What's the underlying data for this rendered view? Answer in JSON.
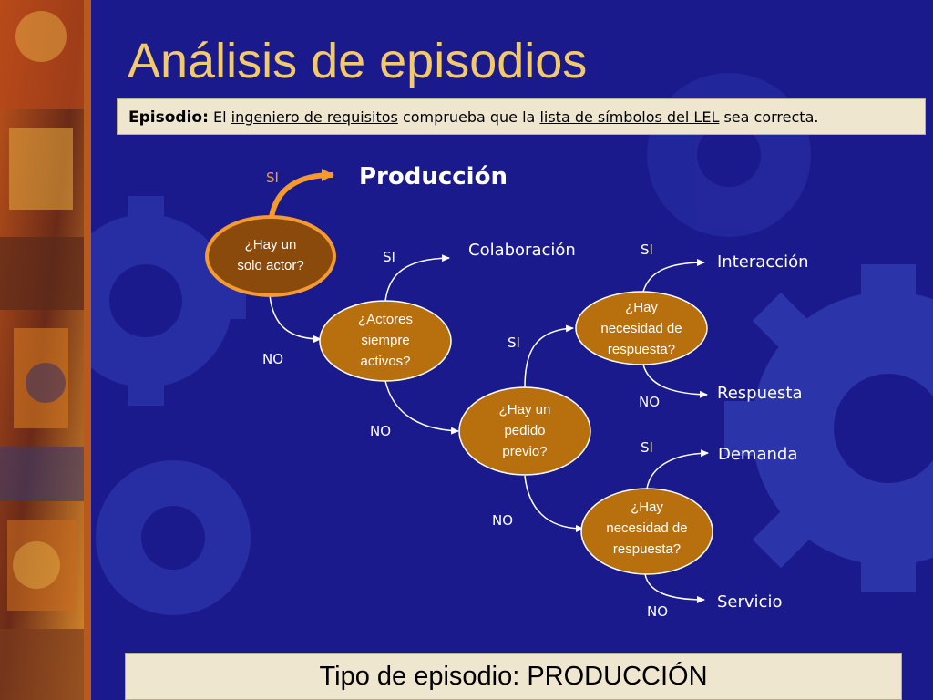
{
  "slide": {
    "title": "Análisis de episodios",
    "definition": {
      "term": "Episodio:",
      "t1": "El",
      "link1": "ingeniero de requisitos",
      "t2": "comprueba que la",
      "link2": "lista de símbolos del LEL",
      "t3": "sea correcta."
    },
    "footer": "Tipo de episodio: PRODUCCIÓN"
  },
  "diagram": {
    "decisions": {
      "solo_actor": [
        "¿Hay un",
        "solo actor?"
      ],
      "actores_activos": [
        "¿Actores",
        "siempre",
        "activos?"
      ],
      "pedido_previo": [
        "¿Hay un",
        "pedido",
        "previo?"
      ],
      "necesidad_1": [
        "¿Hay",
        "necesidad de",
        "respuesta?"
      ],
      "necesidad_2": [
        "¿Hay",
        "necesidad de",
        "respuesta?"
      ]
    },
    "outcomes": {
      "produccion": "Producción",
      "colaboracion": "Colaboración",
      "interaccion": "Interacción",
      "respuesta": "Respuesta",
      "demanda": "Demanda",
      "servicio": "Servicio"
    },
    "edge_labels": {
      "yes": "SI",
      "no": "NO"
    },
    "colors": {
      "background": "#1a1a8c",
      "node_fill": "#b8700f",
      "node_stroke": "#ffffff",
      "first_node_fill": "#8a4a0c",
      "first_node_stroke": "#f59a2e",
      "accent_arrow": "#f59a2e",
      "title": "#f2c96b",
      "box": "#efe6cf"
    }
  }
}
